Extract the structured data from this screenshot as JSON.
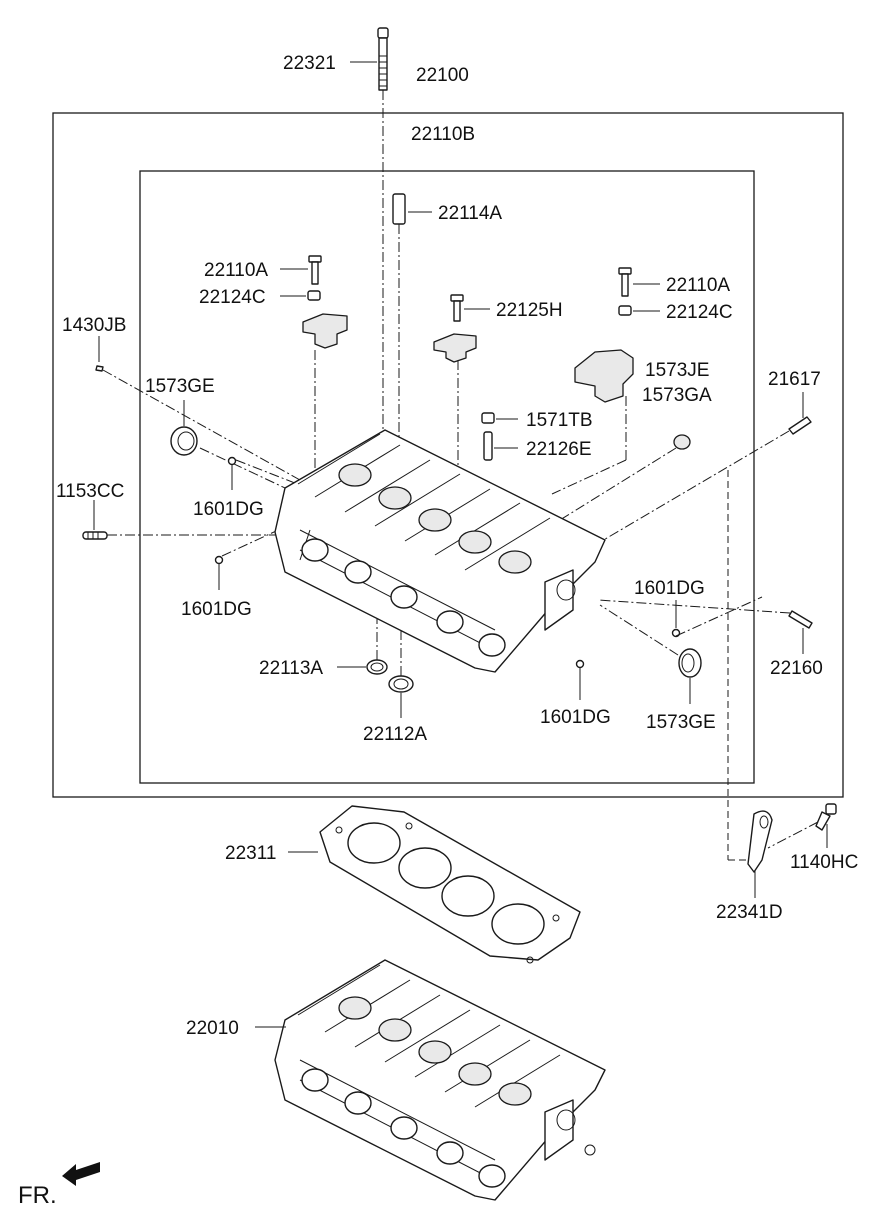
{
  "labels": {
    "p22321": "22321",
    "p22100": "22100",
    "p22110B": "22110B",
    "p22114A": "22114A",
    "p22110A_left": "22110A",
    "p22124C_left": "22124C",
    "p22110A_right": "22110A",
    "p22124C_right": "22124C",
    "p22125H": "22125H",
    "p1430JB": "1430JB",
    "p1573JE": "1573JE",
    "p1573GA": "1573GA",
    "p1573GE_top": "1573GE",
    "p21617": "21617",
    "p1571TB": "1571TB",
    "p22126E": "22126E",
    "p1153CC": "1153CC",
    "p1601DG_a": "1601DG",
    "p1601DG_b": "1601DG",
    "p1601DG_c": "1601DG",
    "p1601DG_d": "1601DG",
    "p22160": "22160",
    "p22113A": "22113A",
    "p22112A": "22112A",
    "p1573GE_bottom": "1573GE",
    "p22311": "22311",
    "p1140HC": "1140HC",
    "p22341D": "22341D",
    "p22010": "22010"
  },
  "front_indicator": "FR."
}
